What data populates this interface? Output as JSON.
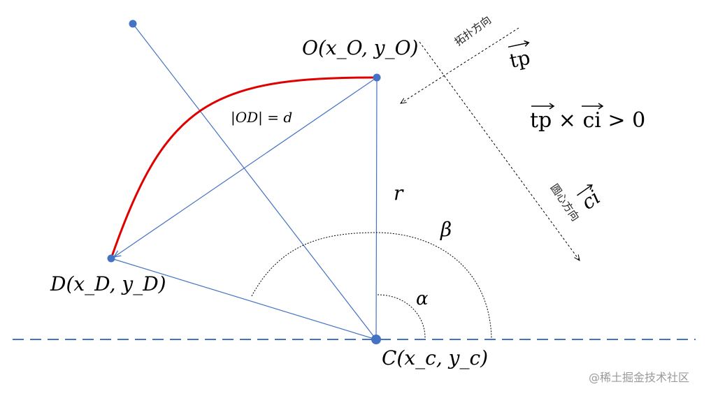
{
  "points": {
    "O": "O(x_O, y_O)",
    "D": "D(x_D, y_D)",
    "C": "C(x_c, y_c)"
  },
  "labels": {
    "od_distance": "|OD| = d",
    "radius": "r",
    "alpha": "α",
    "beta": "β",
    "tp_vector": "tp",
    "ci_vector": "ci",
    "cross_product": "tp × ci > 0",
    "topology_direction": "拓扑方向",
    "center_direction": "圆心方向"
  },
  "watermark": "@稀土掘金技术社区",
  "colors": {
    "line_blue": "#4472c4",
    "point_blue": "#4472c4",
    "arc_red": "#e00000",
    "dashed_black": "#000000"
  }
}
